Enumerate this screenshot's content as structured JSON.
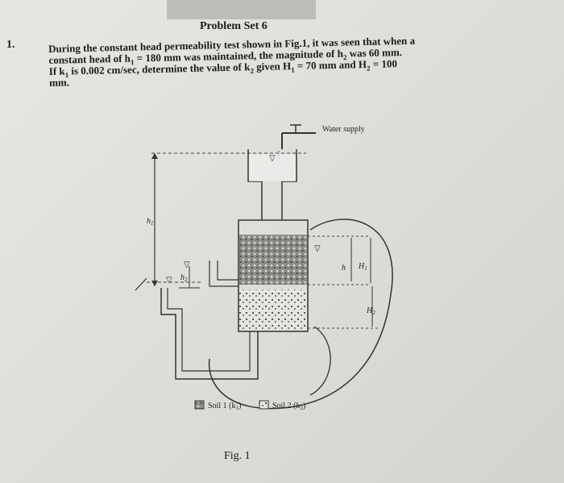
{
  "header": {
    "title": "Problem Set 6"
  },
  "problem": {
    "number": "1.",
    "line1": "During the constant head permeability test shown in Fig.1, it was seen that when a",
    "line2_a": "constant head of h",
    "line2_b": " = 180 mm was maintained, the magnitude of h",
    "line2_c": " was 60 mm.",
    "line3_a": "If k",
    "line3_b": " is 0.002 cm/sec, determine the value of k",
    "line3_c": " given H",
    "line3_d": " = 70 mm and H",
    "line3_e": " = 100",
    "line4": "mm.",
    "sub1": "1",
    "sub2": "2"
  },
  "figure": {
    "water_supply_label": "Water supply",
    "h1_label": "h",
    "h1_sub": "1",
    "h2_label": "h",
    "h2_sub": "2",
    "h_label": "h",
    "H1_label": "H",
    "H1_sub": "1",
    "H2_label": "H",
    "H2_sub": "2",
    "legend_soil1": "Soil 1 (k",
    "legend_soil2": "Soil 2 (k",
    "legend_close": ")",
    "caption": "Fig. 1"
  }
}
